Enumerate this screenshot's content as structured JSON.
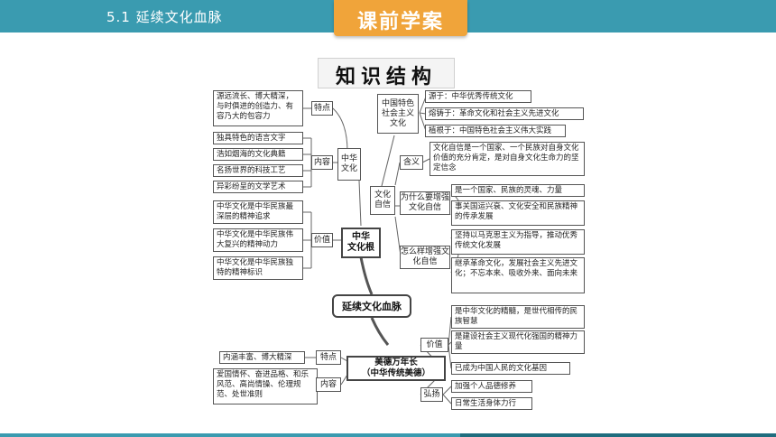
{
  "header": {
    "lesson_title": "5.1  延续文化血脉",
    "tab_label": "课前学案"
  },
  "banner": {
    "title": "知识结构"
  },
  "colors": {
    "header_bar": "#3a9bb0",
    "tab": "#f0a43a",
    "bottom_accent": "#1f6d7e"
  },
  "mindmap": {
    "center": "延续文化血脉",
    "zhonghua": {
      "title": "中华\n文化",
      "features_label": "特点",
      "features": "源远流长、博大精深，与时俱进的创造力、有容乃大的包容力",
      "content_label": "内容",
      "content": [
        "独具特色的语言文字",
        "浩如烟海的文化典籍",
        "名扬世界的科技工艺",
        "异彩纷呈的文学艺术"
      ],
      "value_label": "价值",
      "values": [
        "中华文化是中华民族最深层的精神追求",
        "中华文化是中华民族伟大复兴的精神动力",
        "中华文化是中华民族独特的精神标识"
      ]
    },
    "root": {
      "title": "中华\n文化根"
    },
    "socialist": {
      "title": "中国特色\n社会主义\n文化",
      "items": [
        "源于：中华优秀传统文化",
        "熔铸于：革命文化和社会主义先进文化",
        "植根于：中国特色社会主义伟大实践"
      ]
    },
    "confidence": {
      "title": "文化\n自信",
      "meaning_label": "含义",
      "meaning": "文化自信是一个国家、一个民族对自身文化价值的充分肯定，是对自身文化生命力的坚定信念",
      "why_label": "为什么要增强文化自信",
      "why": [
        "是一个国家、民族的灵魂、力量",
        "事关国运兴衰、文化安全和民族精神的传承发展"
      ],
      "how_label": "怎么样增强文化自信",
      "how": [
        "坚持以马克思主义为指导，推动优秀传统文化发展",
        "继承革命文化，发展社会主义先进文化；不忘本来、吸收外来、面向未来"
      ]
    },
    "virtue": {
      "title": "美德万年长\n（中华传统美德）",
      "features_label": "特点",
      "features": "内涵丰富、博大精深",
      "content_label": "内容",
      "content": "爱国情怀、奋进品格、和乐风范、高尚情操、伦理规范、处世准则",
      "value_label": "价值",
      "values": [
        "是中华文化的精髓，是世代相传的民族智慧",
        "是建设社会主义现代化强国的精神力量",
        "已成为中国人民的文化基因"
      ],
      "promote_label": "弘扬",
      "promote": [
        "加强个人品德修养",
        "日常生活身体力行"
      ]
    }
  }
}
